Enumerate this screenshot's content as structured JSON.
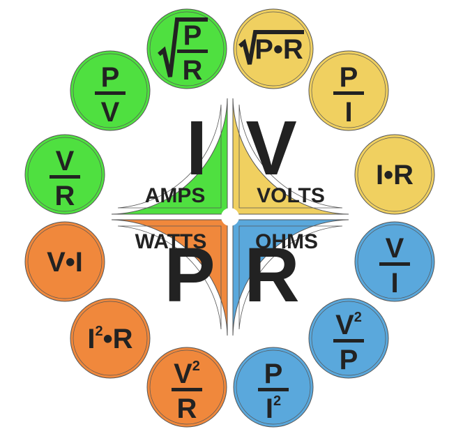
{
  "colors": {
    "current": "#4fe040",
    "voltage": "#f0d060",
    "power": "#f0883c",
    "resistance": "#5aa8dc",
    "text": "#222222",
    "outline": "#555555"
  },
  "quadrants": [
    {
      "key": "current",
      "symbol": "I",
      "unit": "AMPS"
    },
    {
      "key": "voltage",
      "symbol": "V",
      "unit": "VOLTS"
    },
    {
      "key": "power",
      "symbol": "P",
      "unit": "WATTS"
    },
    {
      "key": "resistance",
      "symbol": "R",
      "unit": "OHMS"
    }
  ],
  "formulas": [
    {
      "group": "current",
      "kind": "sqrt-fraction",
      "num": "P",
      "den": "R"
    },
    {
      "group": "voltage",
      "kind": "sqrt-inline",
      "text": "P•R"
    },
    {
      "group": "voltage",
      "kind": "fraction",
      "num": "P",
      "den": "I"
    },
    {
      "group": "voltage",
      "kind": "inline",
      "text": "I•R"
    },
    {
      "group": "resistance",
      "kind": "fraction",
      "num": "V",
      "den": "I"
    },
    {
      "group": "resistance",
      "kind": "fraction",
      "num": "V",
      "num_sup": "2",
      "den": "P"
    },
    {
      "group": "resistance",
      "kind": "fraction",
      "num": "P",
      "den": "I",
      "den_sup": "2"
    },
    {
      "group": "power",
      "kind": "fraction",
      "num": "V",
      "num_sup": "2",
      "den": "R"
    },
    {
      "group": "power",
      "kind": "inline",
      "text": "I",
      "sup": "2",
      "text2": "•R"
    },
    {
      "group": "power",
      "kind": "inline",
      "text": "V•I"
    },
    {
      "group": "current",
      "kind": "fraction",
      "num": "V",
      "den": "R"
    },
    {
      "group": "current",
      "kind": "fraction",
      "num": "P",
      "den": "V"
    }
  ]
}
